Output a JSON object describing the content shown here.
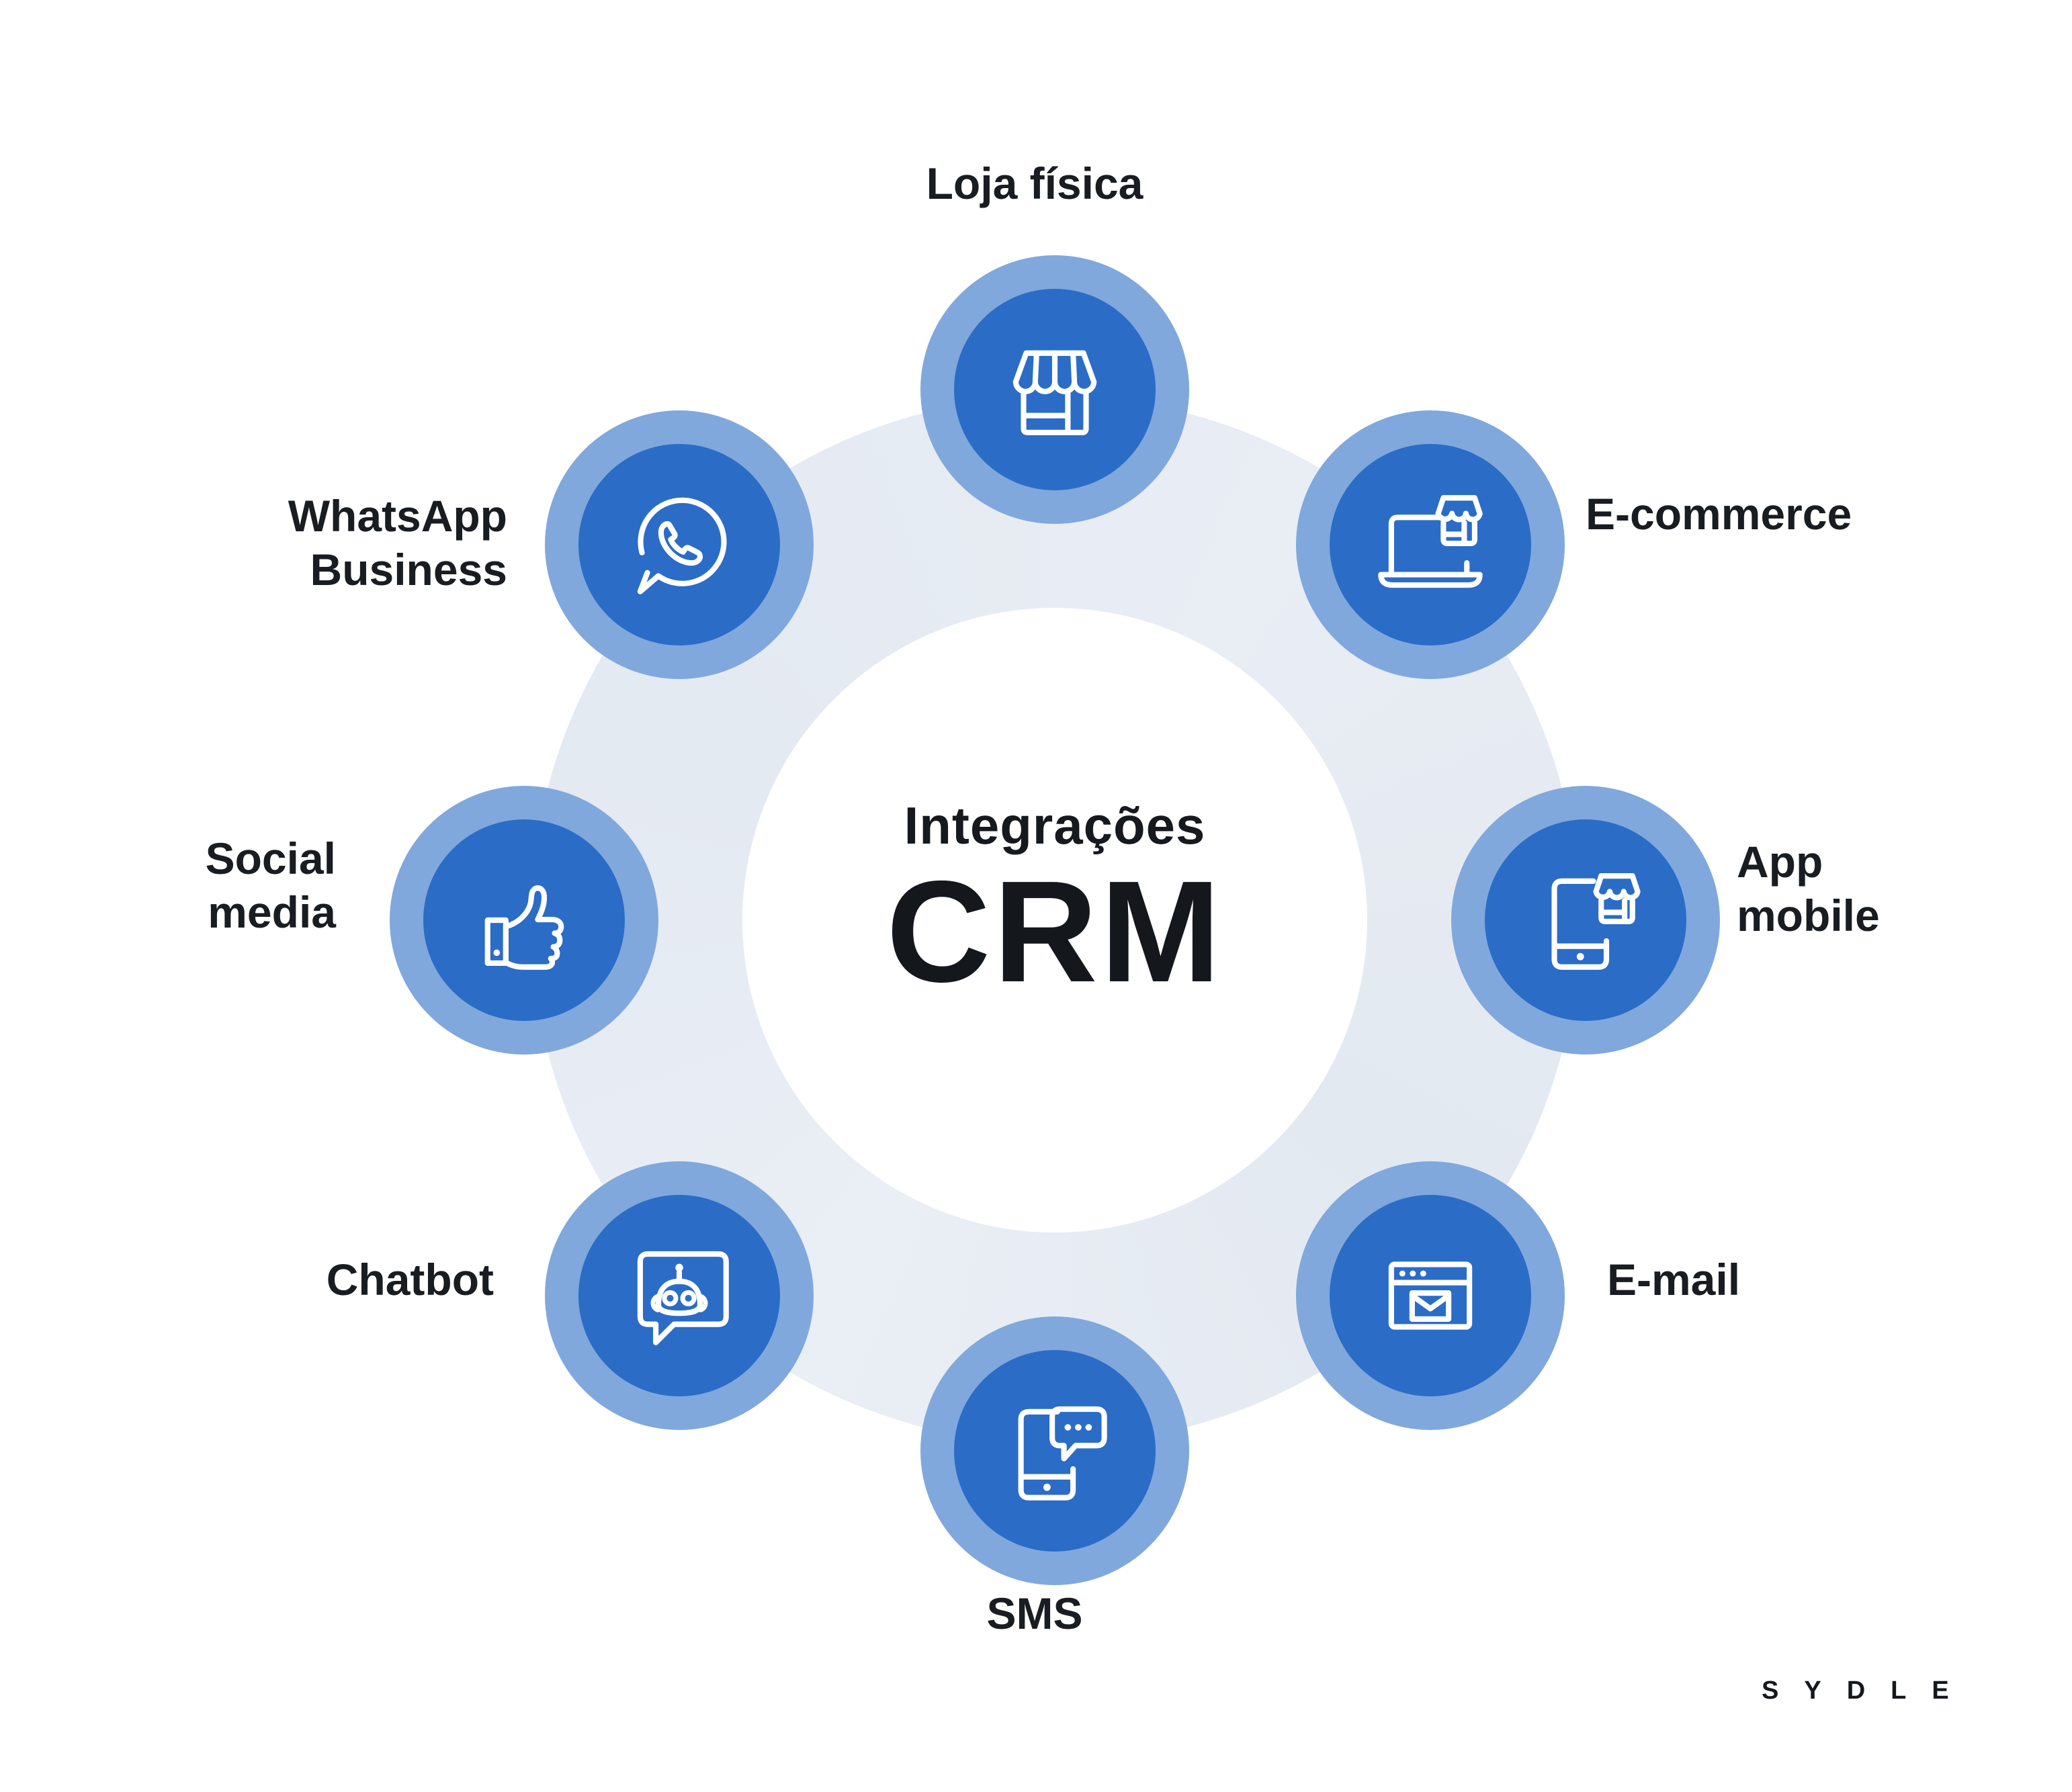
{
  "center": {
    "subtitle": "Integrações",
    "title": "CRM"
  },
  "nodes": [
    {
      "id": "loja-fisica",
      "label": "Loja física",
      "lines": [
        "Loja física"
      ],
      "icon": "storefront-icon"
    },
    {
      "id": "e-commerce",
      "label": "E-commerce",
      "lines": [
        "E-commerce"
      ],
      "icon": "laptop-store-icon"
    },
    {
      "id": "app-mobile",
      "label": "App mobile",
      "lines": [
        "App",
        "mobile"
      ],
      "icon": "phone-store-icon"
    },
    {
      "id": "e-mail",
      "label": "E-mail",
      "lines": [
        "E-mail"
      ],
      "icon": "browser-mail-icon"
    },
    {
      "id": "sms",
      "label": "SMS",
      "lines": [
        "SMS"
      ],
      "icon": "phone-chat-icon"
    },
    {
      "id": "chatbot",
      "label": "Chatbot",
      "lines": [
        "Chatbot"
      ],
      "icon": "robot-chat-icon"
    },
    {
      "id": "social-media",
      "label": "Social media",
      "lines": [
        "Social",
        "media"
      ],
      "icon": "thumbs-up-icon"
    },
    {
      "id": "whatsapp-business",
      "label": "WhatsApp Business",
      "lines": [
        "WhatsApp",
        "Business"
      ],
      "icon": "whatsapp-icon"
    }
  ],
  "footer": {
    "brand": "SYDLE"
  },
  "colors": {
    "node_outer": "#80a8dc",
    "node_inner": "#2b6cc7",
    "ring": "#e8ecf3",
    "text": "#191d22",
    "icon_stroke": "#ffffff"
  }
}
